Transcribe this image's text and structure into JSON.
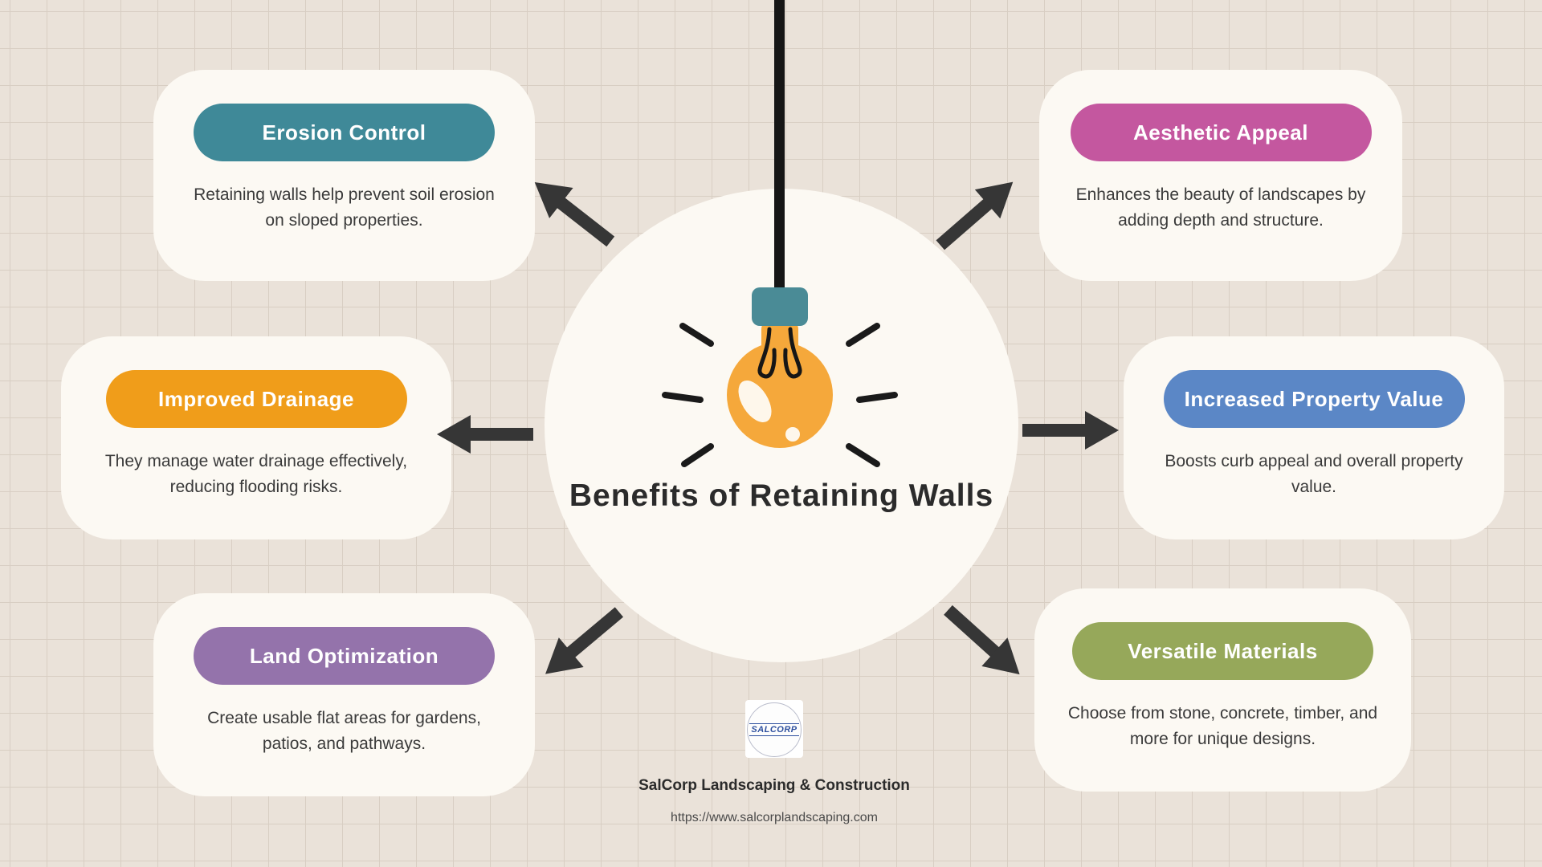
{
  "center": {
    "title": "Benefits of Retaining Walls",
    "bulb": {
      "glass": "#f5a83b",
      "cap": "#4a8b96",
      "cord": "#161616",
      "highlight": "#ffffff"
    }
  },
  "palette": {
    "arrow": "#363636",
    "background": "#eae2d9",
    "grid_line": "#d8cec3",
    "card_background": "#fcf9f3"
  },
  "cards": [
    {
      "title": "Erosion Control",
      "body": "Retaining walls help prevent soil erosion on sloped properties.",
      "pill_color": "#3f8998"
    },
    {
      "title": "Improved Drainage",
      "body": "They manage water drainage effectively, reducing flooding risks.",
      "pill_color": "#f09d1a"
    },
    {
      "title": "Land Optimization",
      "body": "Create usable flat areas for gardens, patios, and pathways.",
      "pill_color": "#9473ab"
    },
    {
      "title": "Aesthetic Appeal",
      "body": "Enhances the beauty of landscapes by adding depth and structure.",
      "pill_color": "#c4579f"
    },
    {
      "title": "Increased Property Value",
      "body": "Boosts curb appeal and overall property value.",
      "pill_color": "#5b87c6"
    },
    {
      "title": "Versatile Materials",
      "body": "Choose from stone, concrete, timber, and more for unique designs.",
      "pill_color": "#96a85a"
    }
  ],
  "footer": {
    "logo_text": "SALCORP",
    "company": "SalCorp Landscaping & Construction",
    "url": "https://www.salcorplandscaping.com"
  }
}
